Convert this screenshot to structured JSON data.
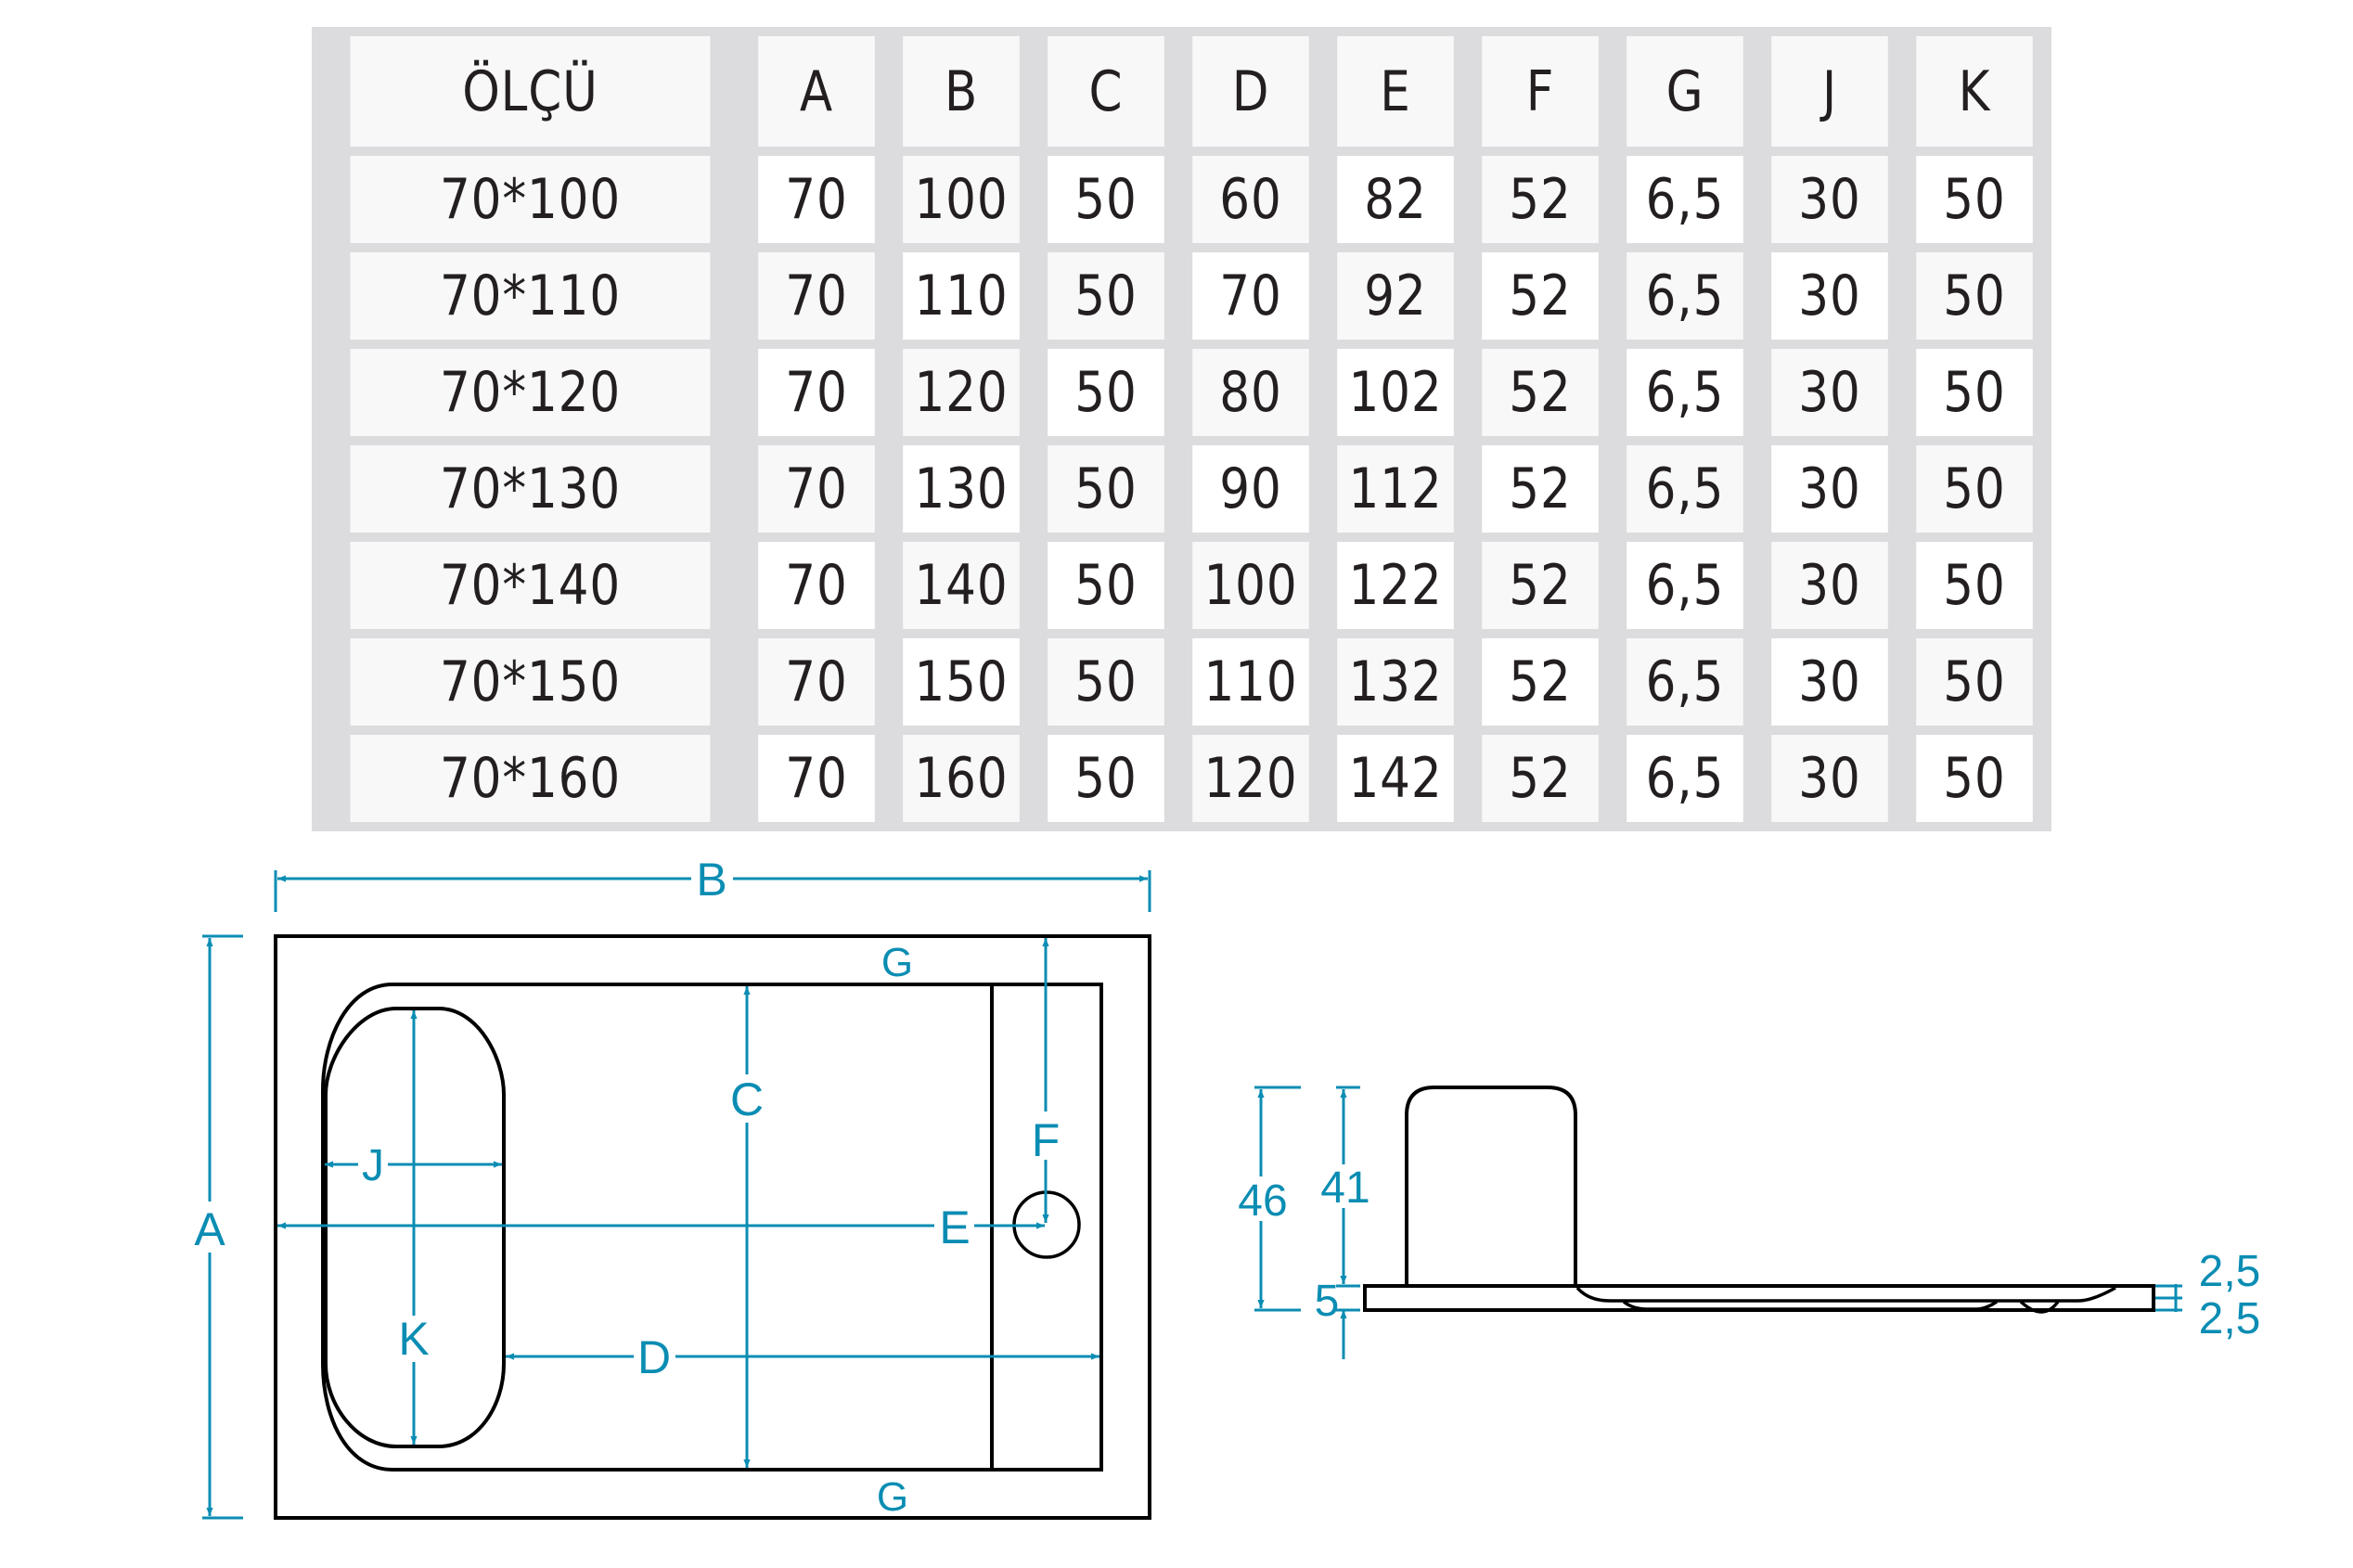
{
  "table": {
    "headers": [
      "ÖLÇÜ",
      "A",
      "B",
      "C",
      "D",
      "E",
      "F",
      "G",
      "J",
      "K"
    ],
    "rows": [
      [
        "70*100",
        "70",
        "100",
        "50",
        "60",
        "82",
        "52",
        "6,5",
        "30",
        "50"
      ],
      [
        "70*110",
        "70",
        "110",
        "50",
        "70",
        "92",
        "52",
        "6,5",
        "30",
        "50"
      ],
      [
        "70*120",
        "70",
        "120",
        "50",
        "80",
        "102",
        "52",
        "6,5",
        "30",
        "50"
      ],
      [
        "70*130",
        "70",
        "130",
        "50",
        "90",
        "112",
        "52",
        "6,5",
        "30",
        "50"
      ],
      [
        "70*140",
        "70",
        "140",
        "50",
        "100",
        "122",
        "52",
        "6,5",
        "30",
        "50"
      ],
      [
        "70*150",
        "70",
        "150",
        "50",
        "110",
        "132",
        "52",
        "6,5",
        "30",
        "50"
      ],
      [
        "70*160",
        "70",
        "160",
        "50",
        "120",
        "142",
        "52",
        "6,5",
        "30",
        "50"
      ]
    ]
  },
  "plan_view": {
    "labels": {
      "A": "A",
      "B": "B",
      "C": "C",
      "D": "D",
      "E": "E",
      "F": "F",
      "G_top": "G",
      "G_bottom": "G",
      "J": "J",
      "K": "K"
    }
  },
  "side_view": {
    "labels": {
      "total_height": "46",
      "backrest_height": "41",
      "base_thickness": "5",
      "rim_top": "2,5",
      "rim_bottom": "2,5"
    }
  },
  "colors": {
    "dimension": "#0b8db3",
    "outline": "#000000",
    "grid": "#dcdcde",
    "cell_alt": "#f8f8f8",
    "text": "#231f20"
  }
}
